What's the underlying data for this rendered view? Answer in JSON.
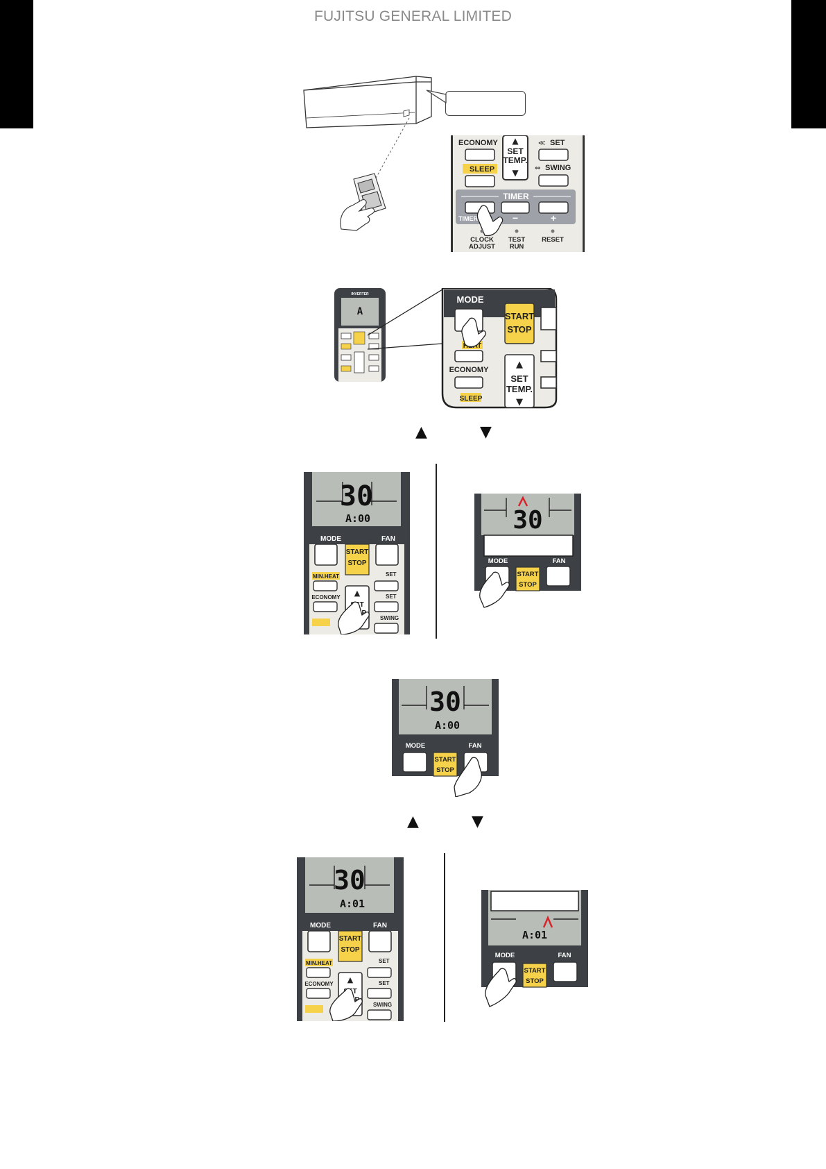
{
  "header": {
    "company": "FUJITSU GENERAL LIMITED"
  },
  "remote": {
    "mode": "MODE",
    "fan": "FAN",
    "start": "START",
    "stop": "STOP",
    "min_heat": "MIN.HEAT",
    "heat": "HEAT",
    "economy": "ECONOMY",
    "sleep": "SLEEP",
    "set": "SET",
    "swing": "SWING",
    "set_temp_1": "SET",
    "set_temp_2": "TEMP.",
    "timer": "TIMER",
    "minus": "−",
    "plus": "+",
    "clock_1": "CLOCK",
    "clock_2": "ADJUST",
    "test_1": "TEST",
    "test_2": "RUN",
    "reset": "RESET",
    "inverter": "INVERTER"
  },
  "lcd": {
    "temp": "30",
    "addr_a00": "A:00",
    "addr_a01": "A:01",
    "letter_a": "A"
  },
  "arrows": {
    "up": "▲",
    "down": "▼"
  },
  "colors": {
    "yellow": "#f5d24a",
    "dark_remote": "#3d4145",
    "lcd_bg": "#b8bdb8",
    "red": "#d8232a"
  }
}
